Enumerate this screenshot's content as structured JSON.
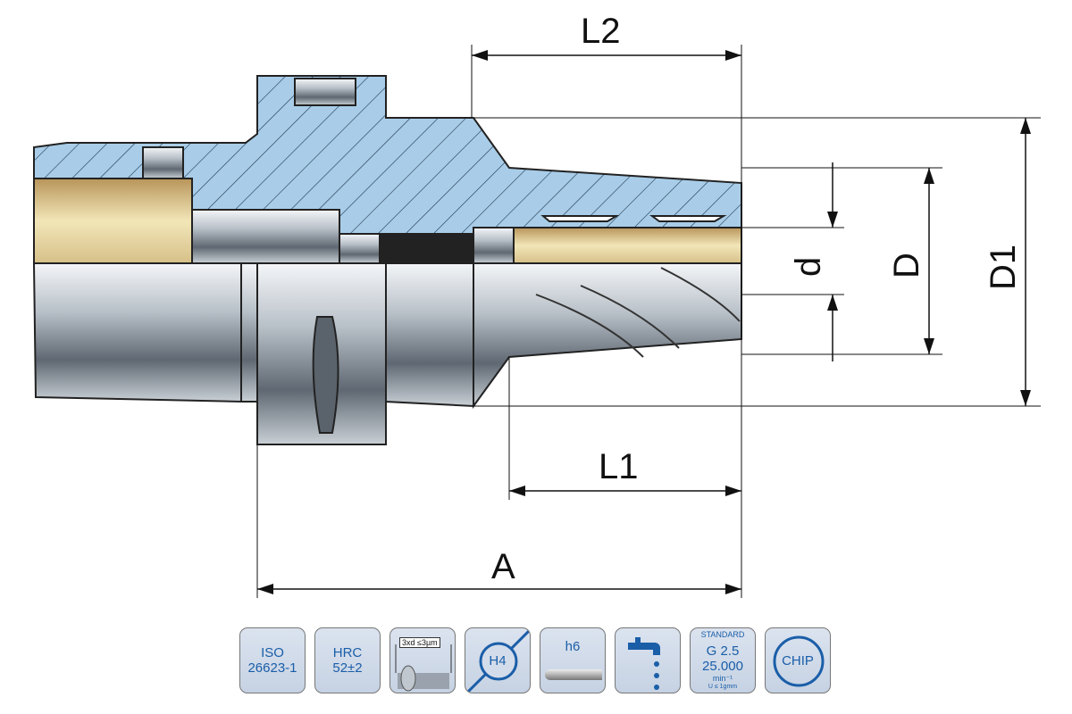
{
  "dimensions": {
    "L2": "L2",
    "L1": "L1",
    "A": "A",
    "d": "d",
    "D": "D",
    "D1": "D1"
  },
  "icons": [
    {
      "name": "iso",
      "lines": [
        "ISO",
        "26623-1"
      ]
    },
    {
      "name": "hrc",
      "lines": [
        "HRC",
        "52±2"
      ]
    },
    {
      "name": "runout",
      "lines": [
        "3xd ≤3µm"
      ]
    },
    {
      "name": "h4",
      "lines": [
        "H4"
      ]
    },
    {
      "name": "h6",
      "lines": [
        "h6"
      ]
    },
    {
      "name": "coolant",
      "lines": []
    },
    {
      "name": "balance",
      "lines": [
        "STANDARD",
        "G 2.5",
        "25.000",
        "min⁻¹",
        "U ≤ 1gmm"
      ]
    },
    {
      "name": "chip",
      "lines": [
        "CHIP"
      ]
    }
  ],
  "colors": {
    "section": "#a9cde8",
    "accent": "#1a5ea8",
    "steel": "#9aa3ad",
    "brass": "#e8d9a6"
  }
}
